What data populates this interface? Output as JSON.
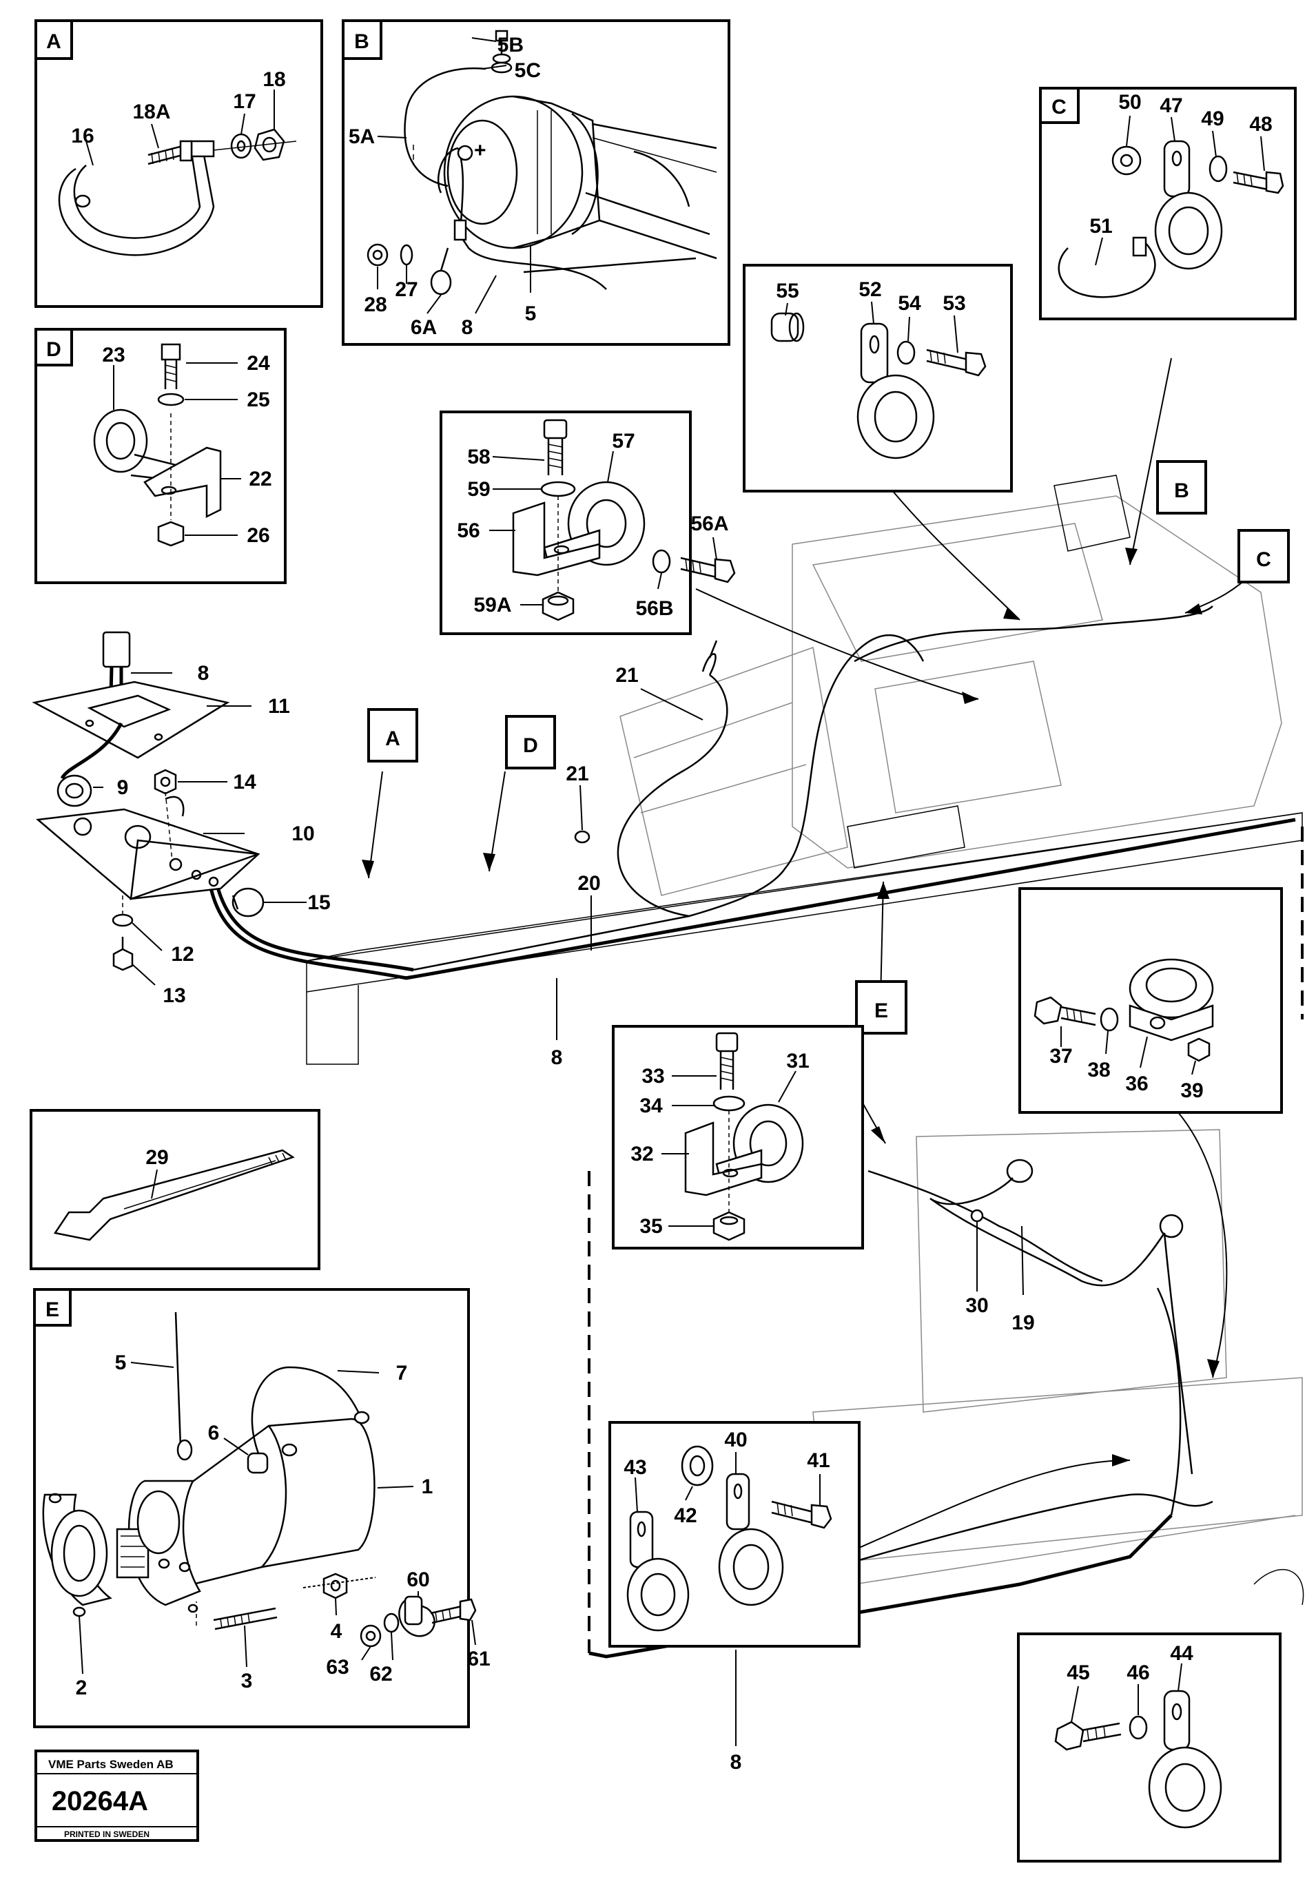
{
  "boxes": {
    "A": {
      "letter": "A",
      "labels": [
        "16",
        "18A",
        "17",
        "18"
      ]
    },
    "B": {
      "letter": "B",
      "labels": [
        "5B",
        "5C",
        "5A",
        "28",
        "27",
        "6A",
        "8",
        "5"
      ]
    },
    "C": {
      "letter": "C",
      "labels": [
        "50",
        "47",
        "49",
        "48",
        "51"
      ]
    },
    "D": {
      "letter": "D",
      "labels": [
        "23",
        "24",
        "25",
        "22",
        "26"
      ]
    },
    "E": {
      "letter": "E",
      "labels": [
        "5",
        "7",
        "6",
        "1",
        "2",
        "3",
        "4",
        "60",
        "61",
        "62",
        "63"
      ]
    }
  },
  "callouts": {
    "c55": "55",
    "c52": "52",
    "c54": "54",
    "c53": "53",
    "c58": "58",
    "c57": "57",
    "c59": "59",
    "c56": "56",
    "c56a": "56A",
    "c59a": "59A",
    "c56b": "56B",
    "c8a": "8",
    "c11": "11",
    "c9": "9",
    "c14": "14",
    "c10": "10",
    "c15": "15",
    "c12": "12",
    "c13": "13",
    "c21a": "21",
    "c21b": "21",
    "c20": "20",
    "c8b": "8",
    "c37": "37",
    "c38": "38",
    "c36": "36",
    "c39": "39",
    "c33": "33",
    "c31": "31",
    "c34": "34",
    "c32": "32",
    "c35": "35",
    "c30": "30",
    "c19": "19",
    "c29": "29",
    "c43": "43",
    "c42": "42",
    "c40": "40",
    "c41": "41",
    "c45": "45",
    "c46": "46",
    "c44": "44",
    "c8c": "8"
  },
  "pointers": {
    "A": "A",
    "D": "D",
    "E": "E",
    "B": "B",
    "C": "C"
  },
  "stamp": {
    "company": "VME Parts Sweden AB",
    "number": "20264A",
    "printed": "PRINTED IN SWEDEN"
  }
}
